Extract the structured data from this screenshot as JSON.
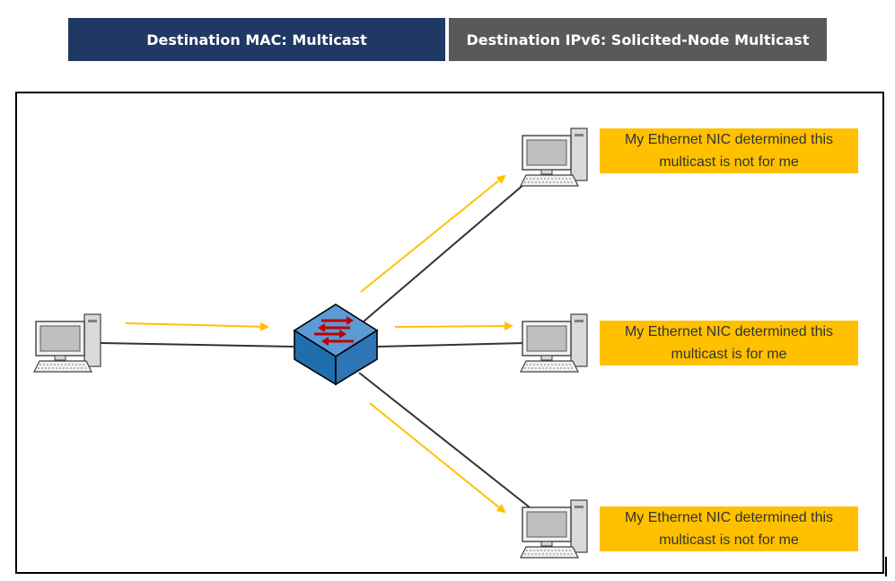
{
  "headers": {
    "destination_mac": "Destination MAC: Multicast",
    "destination_ipv6": "Destination IPv6: Solicited-Node Multicast"
  },
  "nodes": {
    "sender": "pc-icon",
    "switch": "switch-icon",
    "receivers": [
      "pc-icon",
      "pc-icon",
      "pc-icon"
    ]
  },
  "notes": [
    {
      "line1": "My Ethernet NIC determined this",
      "line2": "multicast is not for me"
    },
    {
      "line1": "My Ethernet NIC determined this",
      "line2": "multicast is for me"
    },
    {
      "line1": "My Ethernet NIC determined this",
      "line2": "multicast is not for me"
    }
  ],
  "colors": {
    "header_mac": "#1f3864",
    "header_ipv6": "#595959",
    "note_fill": "#ffc000",
    "arrow": "#ffc000",
    "switch_body": "#2e75b6",
    "switch_arrows": "#c00000",
    "link": "#333333"
  }
}
